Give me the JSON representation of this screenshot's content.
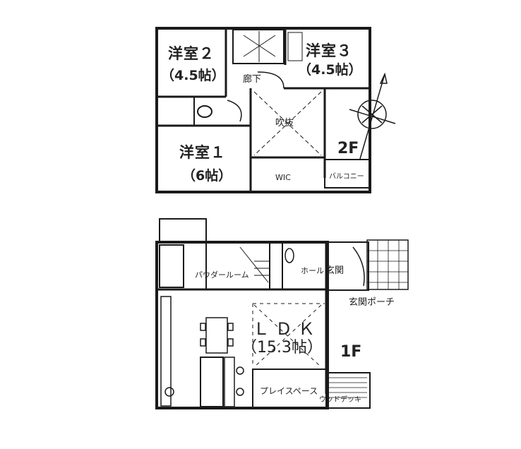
{
  "floor_plan": {
    "colors": {
      "wall": "#1a1a1a",
      "background": "#ffffff",
      "line": "#333333"
    },
    "second_floor": {
      "label": "2F",
      "rooms": [
        {
          "id": "western-room-2",
          "name": "洋室２",
          "size": "（4.5帖）"
        },
        {
          "id": "western-room-3",
          "name": "洋室３",
          "size": "（4.5帖）"
        },
        {
          "id": "western-room-1",
          "name": "洋室１",
          "size": "（6帖）"
        },
        {
          "id": "hallway",
          "name": "廊下"
        },
        {
          "id": "atrium",
          "name": "吹抜"
        },
        {
          "id": "walk-in-closet",
          "name": "WIC"
        },
        {
          "id": "balcony",
          "name": "バルコニー"
        }
      ],
      "compass": "compass-icon"
    },
    "first_floor": {
      "label": "1F",
      "rooms": [
        {
          "id": "powder-room",
          "name": "パウダールーム"
        },
        {
          "id": "hall",
          "name": "ホール"
        },
        {
          "id": "entrance",
          "name": "玄関"
        },
        {
          "id": "entrance-porch",
          "name": "玄関ポーチ"
        },
        {
          "id": "ldk",
          "name": "ＬＤＫ",
          "size": "（15.3帖）"
        },
        {
          "id": "play-space",
          "name": "プレイスペース"
        },
        {
          "id": "wood-deck",
          "name": "ウッドデッキ"
        }
      ]
    }
  }
}
